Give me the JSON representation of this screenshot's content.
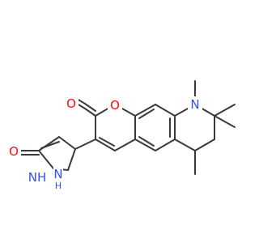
{
  "colors": {
    "background": "#ffffff",
    "bond": "#3a3a3a",
    "oxygen": "#ff0d0d",
    "nitrogen": "#3050f8"
  },
  "atoms": {
    "pyrazolone_oxygen": "O",
    "pyrazole_nh_left": "NH",
    "pyrazole_nh_left_h": "H",
    "pyrazole_n_right": "N",
    "pyrazole_n_right_h": "H",
    "lactone_carbonyl_oxygen": "O",
    "pyran_ring_oxygen": "O",
    "quinoline_nitrogen": "N"
  }
}
